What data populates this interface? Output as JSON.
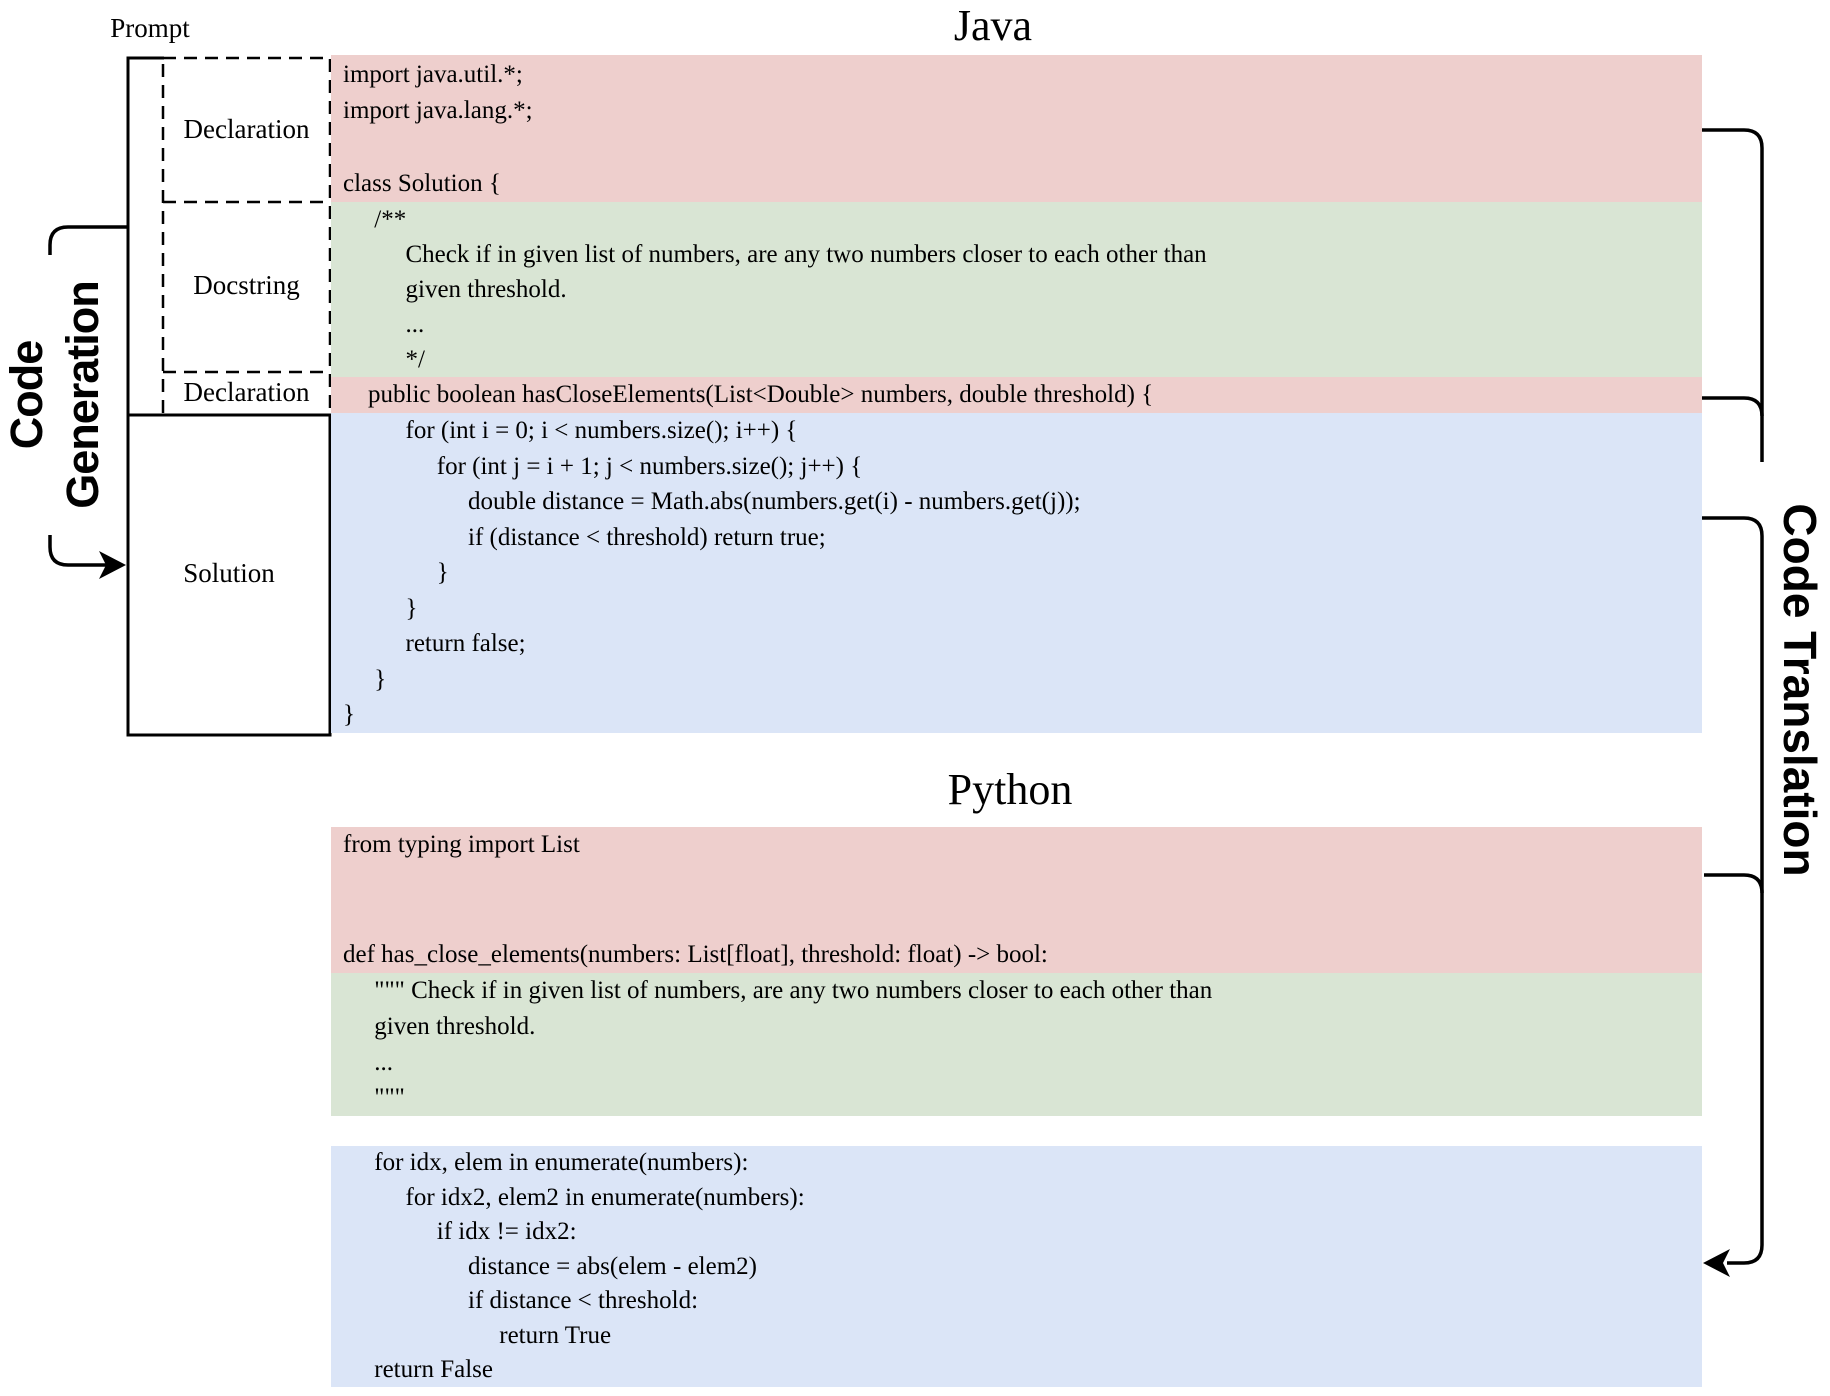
{
  "titles": {
    "java": "Java",
    "python": "Python"
  },
  "labels": {
    "prompt": "Prompt",
    "declaration_top": "Declaration",
    "docstring": "Docstring",
    "declaration_bottom": "Declaration",
    "solution": "Solution",
    "code_generation_line1": "Code",
    "code_generation_line2": "Generation",
    "code_translation": "Code Translation"
  },
  "colors": {
    "declaration_bg": "#eecfcd",
    "docstring_bg": "#d9e5d4",
    "solution_bg": "#dbe5f7",
    "line": "#000000"
  },
  "java": {
    "declaration_block": [
      "import java.util.*;",
      "import java.lang.*;",
      "",
      "class Solution {"
    ],
    "docstring_block": [
      "     /**",
      "          Check if in given list of numbers, are any two numbers closer to each other than",
      "          given threshold.",
      "          ...",
      "          */"
    ],
    "method_declaration_block": [
      "    public boolean hasCloseElements(List<Double> numbers, double threshold) {"
    ],
    "solution_block": [
      "          for (int i = 0; i < numbers.size(); i++) {",
      "               for (int j = i + 1; j < numbers.size(); j++) {",
      "                    double distance = Math.abs(numbers.get(i) - numbers.get(j));",
      "                    if (distance < threshold) return true;",
      "               }",
      "          }",
      "          return false;",
      "     }",
      "}"
    ]
  },
  "python": {
    "declaration_block": [
      "from typing import List",
      "",
      "",
      "def has_close_elements(numbers: List[float], threshold: float) -> bool:"
    ],
    "docstring_block": [
      "     \"\"\" Check if in given list of numbers, are any two numbers closer to each other than",
      "     given threshold.",
      "     ...",
      "     \"\"\""
    ],
    "solution_block": [
      "     for idx, elem in enumerate(numbers):",
      "          for idx2, elem2 in enumerate(numbers):",
      "               if idx != idx2:",
      "                    distance = abs(elem - elem2)",
      "                    if distance < threshold:",
      "                         return True",
      "     return False"
    ]
  }
}
